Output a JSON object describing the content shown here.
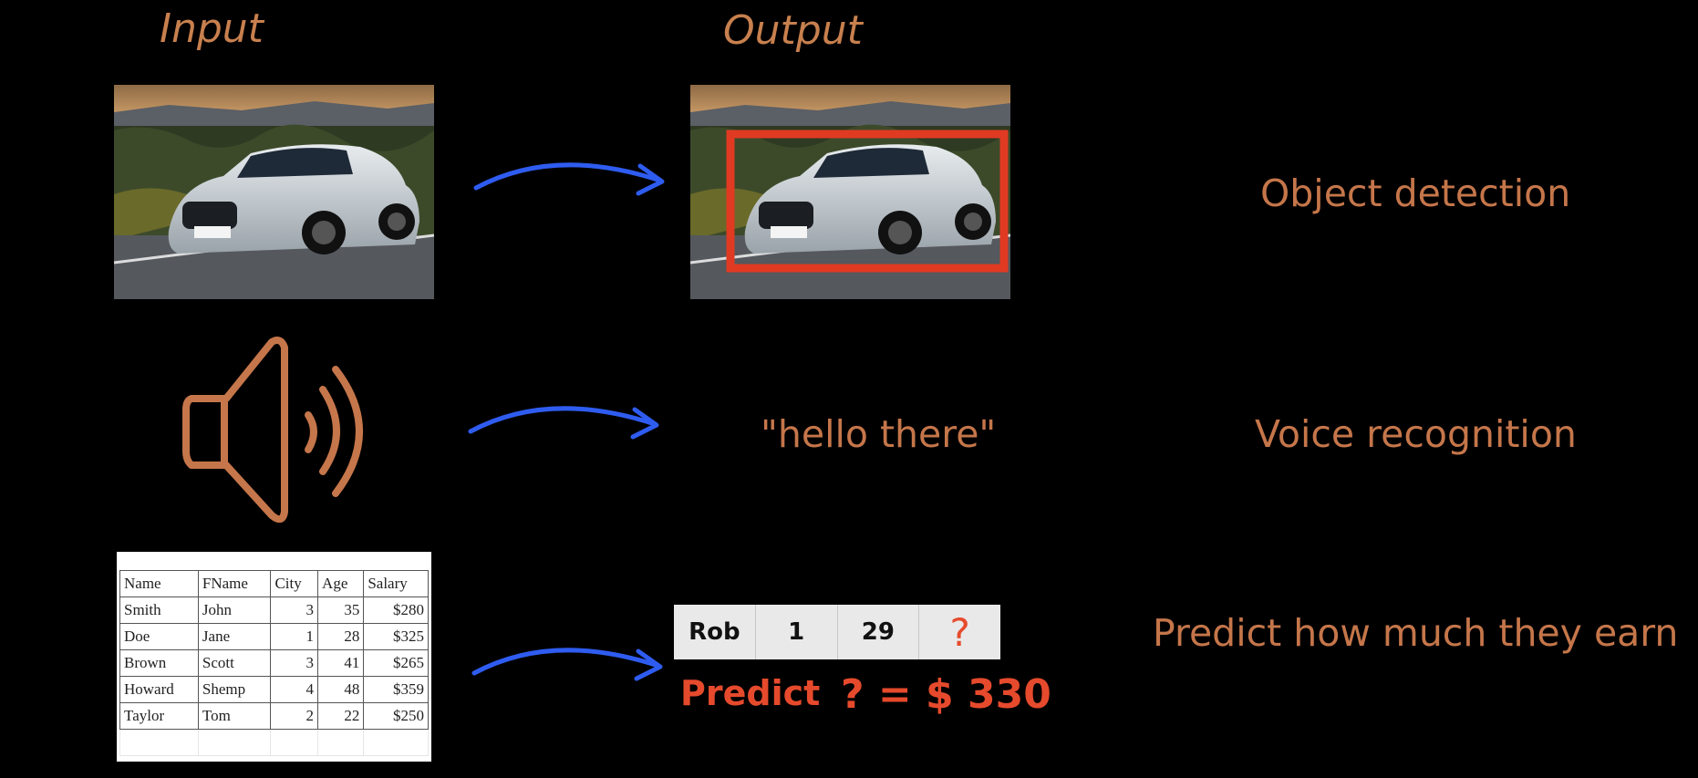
{
  "headings": {
    "input": "Input",
    "output": "Output"
  },
  "rows": {
    "object": {
      "task": "Object detection"
    },
    "voice": {
      "output_text": "\"hello there\"",
      "task": "Voice recognition"
    },
    "predict": {
      "task": "Predict how much they earn"
    }
  },
  "input_table": {
    "headers": [
      "Name",
      "FName",
      "City",
      "Age",
      "Salary"
    ],
    "rows": [
      [
        "Smith",
        "John",
        "3",
        "35",
        "$280"
      ],
      [
        "Doe",
        "Jane",
        "1",
        "28",
        "$325"
      ],
      [
        "Brown",
        "Scott",
        "3",
        "41",
        "$265"
      ],
      [
        "Howard",
        "Shemp",
        "4",
        "48",
        "$359"
      ],
      [
        "Taylor",
        "Tom",
        "2",
        "22",
        "$250"
      ]
    ]
  },
  "output_record": {
    "cells": [
      "Rob",
      "1",
      "29",
      "?"
    ]
  },
  "prediction": {
    "label": "Predict",
    "result": "? = $ 330"
  },
  "colors": {
    "background": "#000000",
    "text": "#c5764a",
    "arrow": "#2f5cf0",
    "highlight": "#e64a2c",
    "bbox": "#e03a22"
  }
}
